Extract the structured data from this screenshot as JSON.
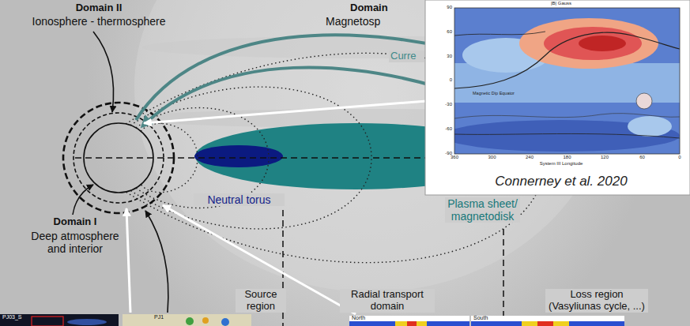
{
  "diagram": {
    "nodes": [
      {
        "text": [
          "Plasma sheet/ magnetodisk"
        ]
      },
      {
        "text": [
          "Neutral torus"
        ],
        "in": 0
      }
    ],
    "labels": [
      "Domain II",
      "Ionosphere - thermosphere",
      "Domain",
      "Magnetosp",
      "Curre",
      "Domain I",
      "Deep atmosphere and interior",
      "Source region",
      "Radial transport domain",
      "Loss region (Vasyliunas cycle, ...)",
      "Connerney et al. 2020",
      "|B| Gauss",
      "Magnetic Dip Equator",
      "System III Longitude",
      "90",
      "60",
      "30",
      "0",
      "-30",
      "-60",
      "-90",
      "360",
      "300",
      "240",
      "180",
      "120",
      "60",
      "0",
      "PJ03_S",
      "PJ1",
      "North",
      "South"
    ]
  }
}
